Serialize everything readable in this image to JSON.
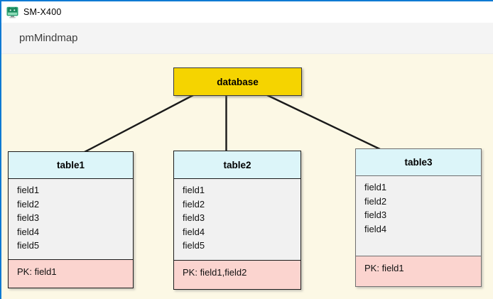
{
  "window": {
    "title": "SM-X400",
    "icon": "scrcpy-monitor-robot-icon",
    "accent_color": "#0F7AD3"
  },
  "menubar": {
    "app_label": "pmMindmap"
  },
  "canvas": {
    "background_color": "#FCF8E5",
    "root_node": {
      "label": "database",
      "fill_color": "#F5D400"
    },
    "node_colors": {
      "header_fill": "#DCF5F9",
      "body_fill": "#F1F1F1",
      "pk_fill": "#FBD4CF"
    },
    "tables": [
      {
        "name": "table1",
        "fields": [
          "field1",
          "field2",
          "field3",
          "field4",
          "field5"
        ],
        "pk_label": "PK: field1"
      },
      {
        "name": "table2",
        "fields": [
          "field1",
          "field2",
          "field3",
          "field4",
          "field5"
        ],
        "pk_label": "PK: field1,field2"
      },
      {
        "name": "table3",
        "fields": [
          "field1",
          "field2",
          "field3",
          "field4"
        ],
        "pk_label": "PK: field1"
      }
    ]
  }
}
